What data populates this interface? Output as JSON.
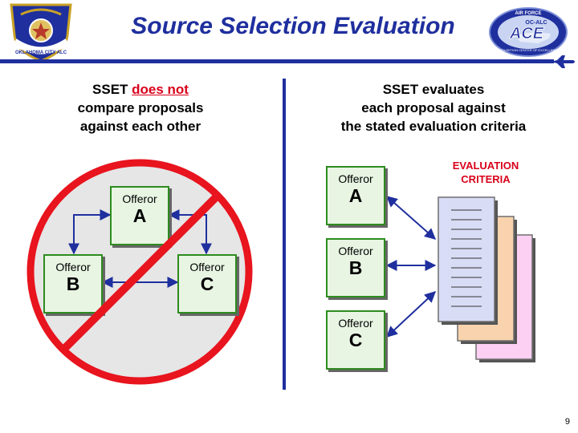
{
  "header": {
    "title": "Source Selection Evaluation",
    "left_logo_text": "OKLAHOMA CITY ALC",
    "right_logo_top_text": "AIR FORCE",
    "right_logo_badge_text": "OC-ALC",
    "right_logo_main_text": "ACE",
    "right_logo_bottom_text": "ACQUISITION CENTER OF EXCELLENCE"
  },
  "left_panel": {
    "heading_prefix": "SSET ",
    "heading_emphasis": "does not",
    "heading_line2": "compare proposals",
    "heading_line3": "against each other",
    "offerors": [
      {
        "label": "Offeror",
        "letter": "A"
      },
      {
        "label": "Offeror",
        "letter": "B"
      },
      {
        "label": "Offeror",
        "letter": "C"
      }
    ]
  },
  "right_panel": {
    "heading_line1": "SSET evaluates",
    "heading_line2": "each proposal against",
    "heading_line3": "the stated evaluation criteria",
    "criteria_label_line1": "EVALUATION",
    "criteria_label_line2": "CRITERIA",
    "offerors": [
      {
        "label": "Offeror",
        "letter": "A"
      },
      {
        "label": "Offeror",
        "letter": "B"
      },
      {
        "label": "Offeror",
        "letter": "C"
      }
    ]
  },
  "colors": {
    "title_blue": "#1f2f9e",
    "prohibition_red": "#e8141e",
    "offeror_border": "#2e8b1f",
    "offeror_fill": "#e8f5e3",
    "arrow_blue": "#1f2f9e",
    "doc_front": "#d9dcf5",
    "doc_middle": "#f9d3ae",
    "doc_back": "#fbd0f3"
  },
  "footer": {
    "page_number": "9"
  }
}
